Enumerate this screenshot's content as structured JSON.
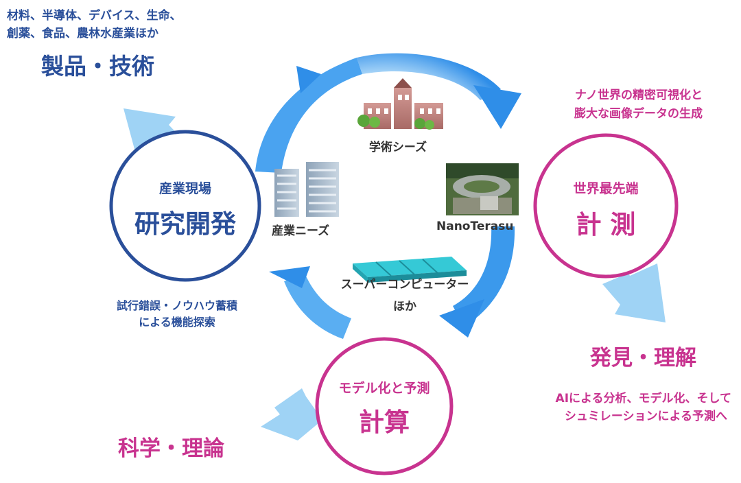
{
  "top_left": {
    "fields_line1": "材料、半導体、デバイス、生命、",
    "fields_line2": "創薬、食品、農林水産業ほか",
    "heading": "製品・技術"
  },
  "nodes": {
    "research": {
      "small": "産業現場",
      "big": "研究開発"
    },
    "measurement": {
      "small": "世界最先端",
      "big": "計 測"
    },
    "computation": {
      "small": "モデル化と予測",
      "big": "計算"
    }
  },
  "annotations": {
    "measurement_line1": "ナノ世界の精密可視化と",
    "measurement_line2": "膨大な画像データの生成",
    "research_line1": "試行錯誤・ノウハウ蓄積",
    "research_line2": "による機能探索",
    "computation_line1": "AIによる分析、モデル化、そして",
    "computation_line2": "シュミレーションによる予測へ"
  },
  "outputs": {
    "discovery": "発見・理解",
    "science": "科学・理論"
  },
  "center": {
    "academic": "学術シーズ",
    "industry": "産業ニーズ",
    "facility": "NanoTerasu",
    "supercomputer_line1": "スーパーコンピューター",
    "supercomputer_line2": "ほか"
  },
  "colors": {
    "blue": "#2a4f9a",
    "pink": "#c8338f",
    "cycle_arrow": "#2f8ee8",
    "output_arrow": "#9fd3f5"
  }
}
